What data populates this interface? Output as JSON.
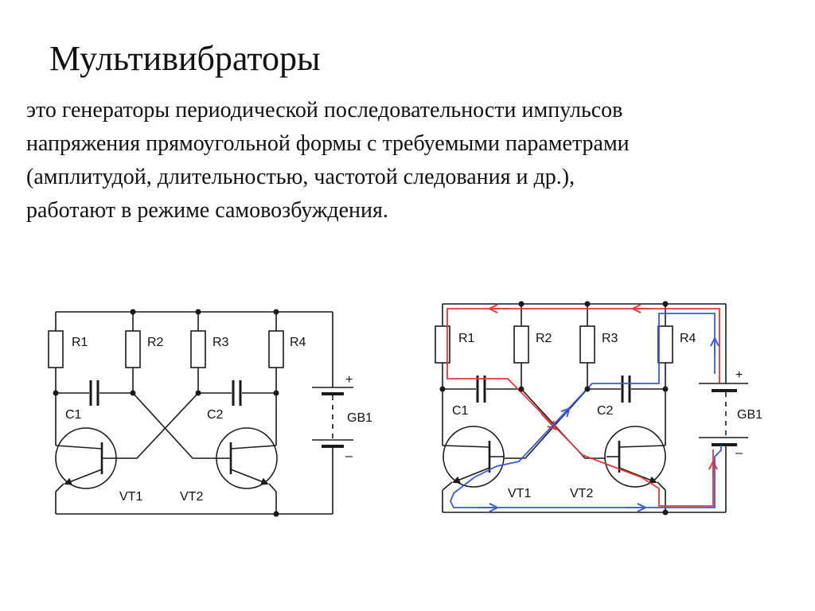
{
  "slide": {
    "title": "Мультивибраторы",
    "description_lines": [
      "это генераторы периодической последовательности импульсов",
      "напряжения прямоугольной формы с требуемыми параметрами",
      "(амплитудой, длительностью, частотой следования и др.),",
      "работают в режиме самовозбуждения."
    ]
  },
  "circuit": {
    "resistors": [
      "R1",
      "R2",
      "R3",
      "R4"
    ],
    "capacitors": [
      "C1",
      "C2"
    ],
    "transistors": [
      "VT1",
      "VT2"
    ],
    "battery": "GB1",
    "battery_plus": "+",
    "battery_minus": "–"
  },
  "colors": {
    "wire": "#1a1a1a",
    "current_red": "#e23a3a",
    "current_blue": "#3a5bd6"
  }
}
